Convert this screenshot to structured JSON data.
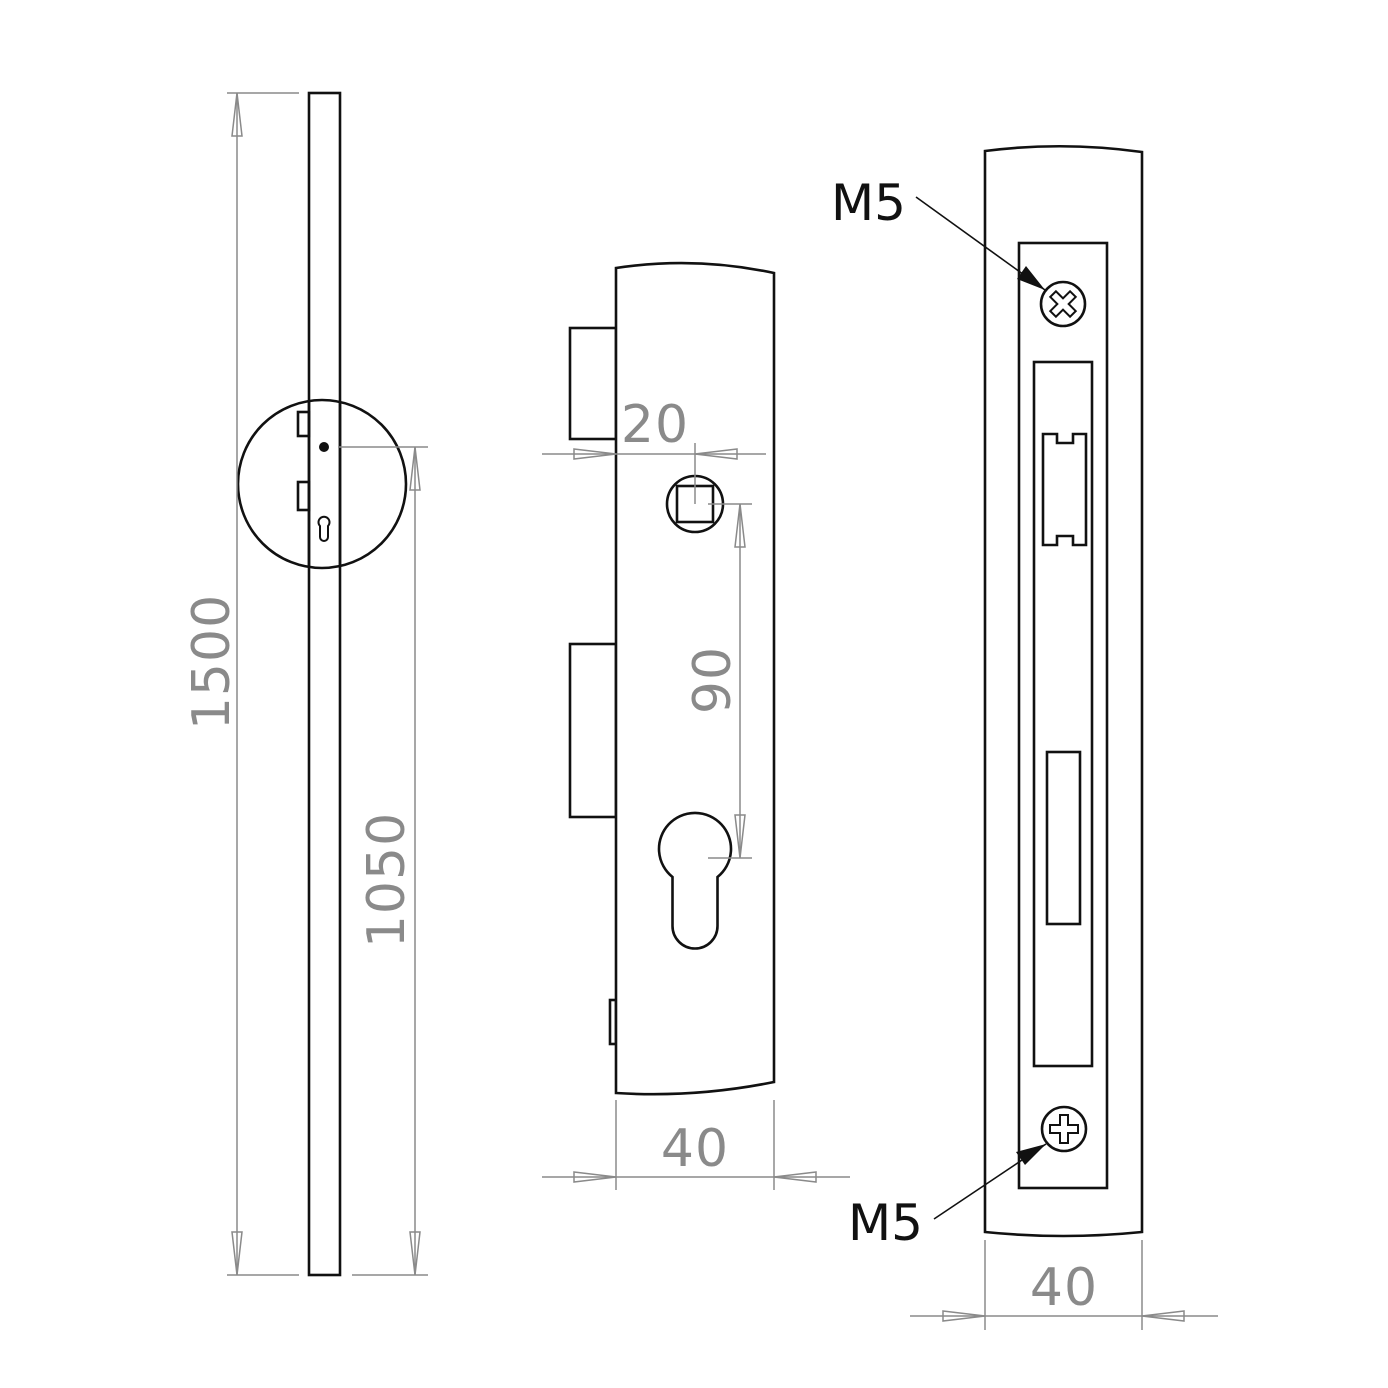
{
  "colors": {
    "object_line": "#111111",
    "dimension_line": "#8a8a8a",
    "background": "#ffffff"
  },
  "side_view": {
    "dimensions": {
      "overall_length": "1500",
      "handle_height": "1050"
    }
  },
  "front_view": {
    "dimensions": {
      "backset": "20",
      "center_distance": "90",
      "faceplate_width": "40"
    }
  },
  "faceplate_view": {
    "callouts": {
      "top_screw": "M5",
      "bottom_screw": "M5"
    },
    "dimensions": {
      "faceplate_width": "40"
    }
  }
}
